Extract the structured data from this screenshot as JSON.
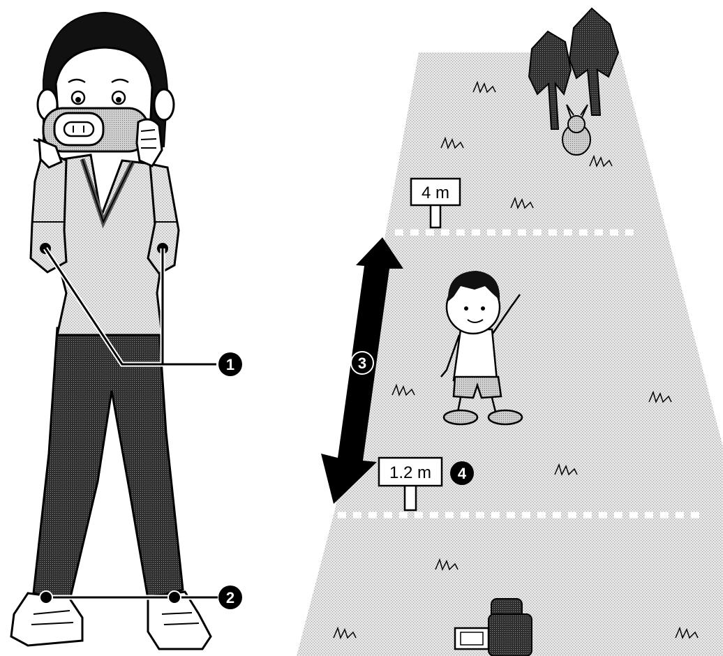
{
  "callouts": {
    "c1": "1",
    "c2": "2",
    "c3": "3",
    "c4": "4"
  },
  "signs": {
    "far": "4 m",
    "near": "1.2 m"
  }
}
